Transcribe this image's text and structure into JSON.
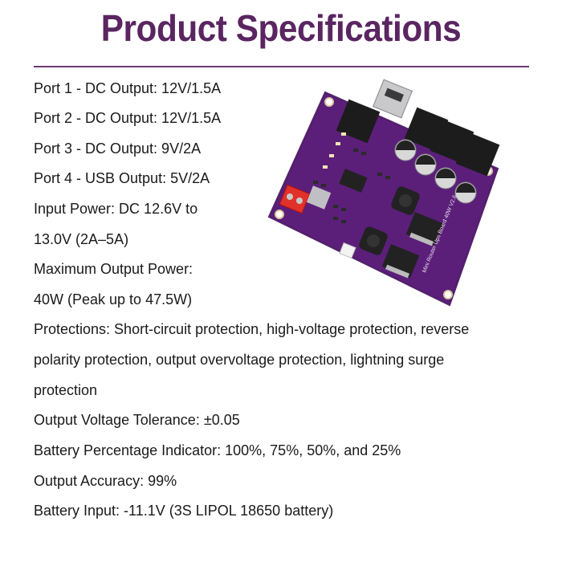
{
  "header": {
    "title": "Product Specifications",
    "accent_color": "#5a2561"
  },
  "specs": [
    "Port 1 - DC Output: 12V/1.5A",
    "Port 2 - DC Output: 12V/1.5A",
    "Port 3 - DC Output: 9V/2A",
    "Port 4 - USB Output: 5V/2A",
    "Input Power: DC 12.6V to",
    "13.0V (2A–5A)",
    "Maximum Output Power:",
    "40W (Peak up to 47.5W)",
    "Protections: Short-circuit protection, high-voltage protection, reverse",
    "polarity protection, output overvoltage protection, lightning surge",
    "protection",
    "Output Voltage Tolerance: ±0.05",
    "Battery Percentage Indicator: 100%, 75%, 50%, and 25%",
    "Output Accuracy: 99%",
    "Battery Input: -11.1V (3S LIPOL 18650 battery)"
  ],
  "product_image": {
    "description": "purple PCB board with DC jacks, USB port, capacitors and inductors",
    "silkscreen": "Mini Router Ups Board 40W V2.6",
    "pcb_color": "#5b1f7a"
  }
}
